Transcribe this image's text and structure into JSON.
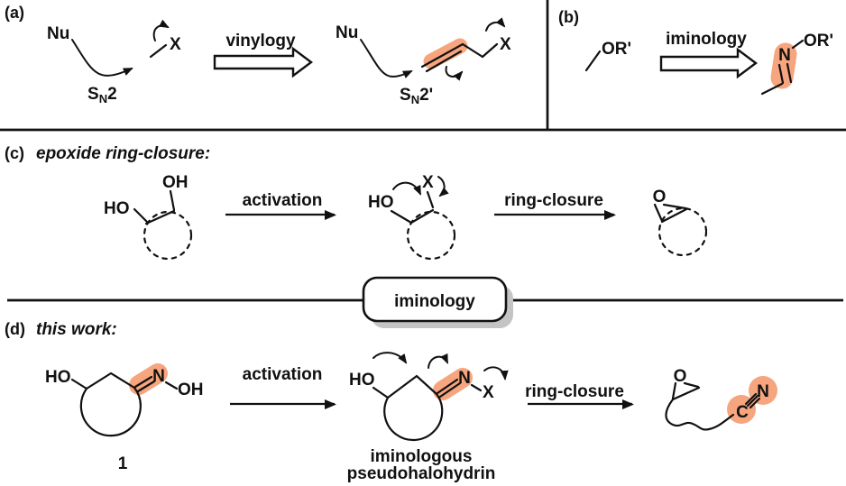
{
  "colors": {
    "highlight": "#F6A57E",
    "ink": "#111111",
    "box_shadow": "#c4c4c4"
  },
  "panel_a": {
    "label": "(a)",
    "left": {
      "nu": "Nu",
      "x": "X",
      "mech_s": "S",
      "mech_sub": "N",
      "mech_n": "2"
    },
    "arrow_label": "vinylogy",
    "right": {
      "nu": "Nu",
      "x": "X",
      "mech_s": "S",
      "mech_sub": "N",
      "mech_n": "2'"
    }
  },
  "panel_b": {
    "label": "(b)",
    "reactant_group": "OR'",
    "arrow_label": "iminology",
    "product": {
      "n": "N",
      "group": "OR'"
    }
  },
  "panel_c": {
    "label": "(c)",
    "title": "epoxide ring-closure:",
    "diol": {
      "oh": "OH",
      "ho": "HO"
    },
    "step1_label": "activation",
    "halohydrin": {
      "ho": "HO",
      "x": "X"
    },
    "step2_label": "ring-closure",
    "epoxide": {
      "o": "O"
    }
  },
  "iminology_box": {
    "label": "iminology"
  },
  "panel_d": {
    "label": "(d)",
    "title": "this work:",
    "oxime": {
      "ho": "HO",
      "n": "N",
      "oh": "OH",
      "compound_number": "1"
    },
    "step1_label": "activation",
    "intermediate": {
      "ho": "HO",
      "n": "N",
      "x": "X",
      "caption_line1": "iminologous",
      "caption_line2": "pseudohalohydrin"
    },
    "step2_label": "ring-closure",
    "nitrile_product": {
      "o": "O",
      "c": "C",
      "n": "N"
    }
  }
}
